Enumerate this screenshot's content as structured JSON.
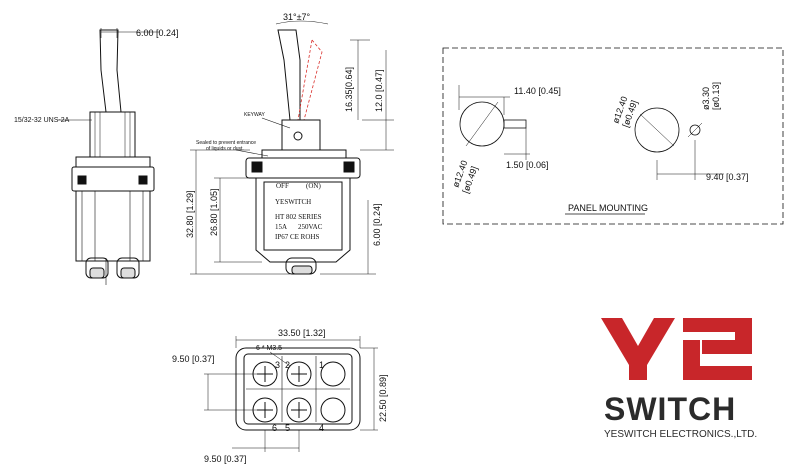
{
  "colors": {
    "brand_red": "#c8262a",
    "brand_gray": "#2b2b2b",
    "line": "#111111",
    "dashed_red": "#d9302c"
  },
  "left_view": {
    "lever_width": "6.00 [0.24]",
    "thread": "15/32-32 UNS-2A"
  },
  "side_view": {
    "angle": "31°±7°",
    "lever_height": "16.35[0.64]",
    "bushing_height": "12.0 [0.47]",
    "keyway": "KEYWAY",
    "seal_note_line1": "Sealed to prevent entrance",
    "seal_note_line2": "of liquids or dust.",
    "label_off": "OFF",
    "label_on": "(ON)",
    "brand": "YESWITCH",
    "series": "HT 802 SERIES",
    "rating_a": "15A",
    "rating_v": "250VAC",
    "certs": "IP67 CE ROHS",
    "overall_height": "32.80 [1.29]",
    "body_height": "26.80 [1.05]",
    "terminal_height": "6.00 [0.24]"
  },
  "panel": {
    "title": "PANEL MOUNTING",
    "hole1_offset": "11.40 [0.45]",
    "hole1_dia_a": "ø12.40",
    "hole1_dia_b": "[ø0.49]",
    "key_width": "1.50 [0.06]",
    "hole2_dia_a": "ø12.40",
    "hole2_dia_b": "[ø0.49]",
    "small_hole_a": "ø3.30",
    "small_hole_b": "[ø0.13]",
    "spacing": "9.40 [0.37]"
  },
  "bottom_view": {
    "width": "33.50 [1.32]",
    "screws": "6 * M3.5",
    "pitch_top": "9.50 [0.37]",
    "pitch_bottom": "9.50 [0.37]",
    "depth": "22.50 [0.89]",
    "t3": "3",
    "t2": "2",
    "t1": "1",
    "t6": "6",
    "t5": "5",
    "t4": "4"
  },
  "logo": {
    "word": "SWITCH",
    "company": "YESWITCH ELECTRONICS.,LTD."
  }
}
